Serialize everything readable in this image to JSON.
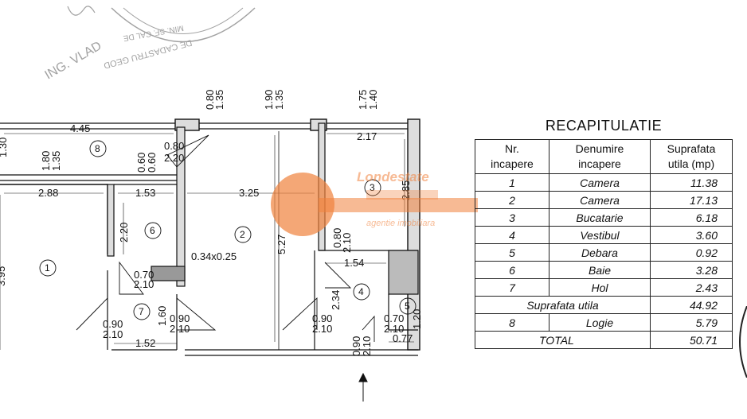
{
  "stamp": {
    "text_top": "ING. VLAD",
    "text_ring": "DE CADASTRU GEOD",
    "text_inner": "MIN. SF. CAL DE"
  },
  "watermark": {
    "brand": "Londestate",
    "subtitle": "agentie imobiliara",
    "color": "#f0823c"
  },
  "plan": {
    "room_numbers": [
      "1",
      "2",
      "3",
      "4",
      "5",
      "6",
      "7",
      "8"
    ],
    "dims": {
      "top_window1_a": "0.80",
      "top_window1_b": "1.35",
      "top_window2_a": "1.90",
      "top_window2_b": "1.35",
      "top_window3_a": "1.75",
      "top_window3_b": "1.40",
      "logia_len": "4.45",
      "logia_left": "1.30",
      "logia_w1_a": "1.80",
      "logia_w1_b": "1.35",
      "logia_w2_a": "0.60",
      "logia_w2_b": "0.60",
      "logia_door_a": "0.80",
      "logia_door_b": "2.20",
      "kitchen_w": "2.17",
      "kitchen_h": "2.85",
      "room1_w": "2.88",
      "room1_h": "3.95",
      "bath_w": "1.53",
      "bath_h": "2.20",
      "room2_w": "3.25",
      "room2_h": "5.27",
      "column": "0.34x0.25",
      "door_a": "0.70",
      "door_b": "2.10",
      "hol_h": "1.60",
      "hol_door1_a": "0.90",
      "hol_door1_b": "2.10",
      "hol_door2_a": "0.90",
      "hol_door2_b": "2.10",
      "hol_w": "1.52",
      "k_door_a": "0.80",
      "k_door_b": "2.10",
      "vest_w": "1.54",
      "vest_h": "2.34",
      "vest_door_a": "0.90",
      "vest_door_b": "2.10",
      "deb_door_a": "0.70",
      "deb_door_b": "2.10",
      "deb_w": "0.77",
      "deb_h": "1.20",
      "entry_a": "0.90",
      "entry_b": "2.10"
    }
  },
  "recap": {
    "title": "RECAPITULATIE",
    "headers": [
      "Nr.\nincapere",
      "Denumire\nincapere",
      "Suprafata\nutila (mp)"
    ],
    "rows": [
      {
        "nr": "1",
        "name": "Camera",
        "area": "11.38"
      },
      {
        "nr": "2",
        "name": "Camera",
        "area": "17.13"
      },
      {
        "nr": "3",
        "name": "Bucatarie",
        "area": "6.18"
      },
      {
        "nr": "4",
        "name": "Vestibul",
        "area": "3.60"
      },
      {
        "nr": "5",
        "name": "Debara",
        "area": "0.92"
      },
      {
        "nr": "6",
        "name": "Baie",
        "area": "3.28"
      },
      {
        "nr": "7",
        "name": "Hol",
        "area": "2.43"
      }
    ],
    "useful_label": "Suprafata utila",
    "useful_value": "44.92",
    "logia": {
      "nr": "8",
      "name": "Logie",
      "area": "5.79"
    },
    "total_label": "TOTAL",
    "total_value": "50.71"
  }
}
